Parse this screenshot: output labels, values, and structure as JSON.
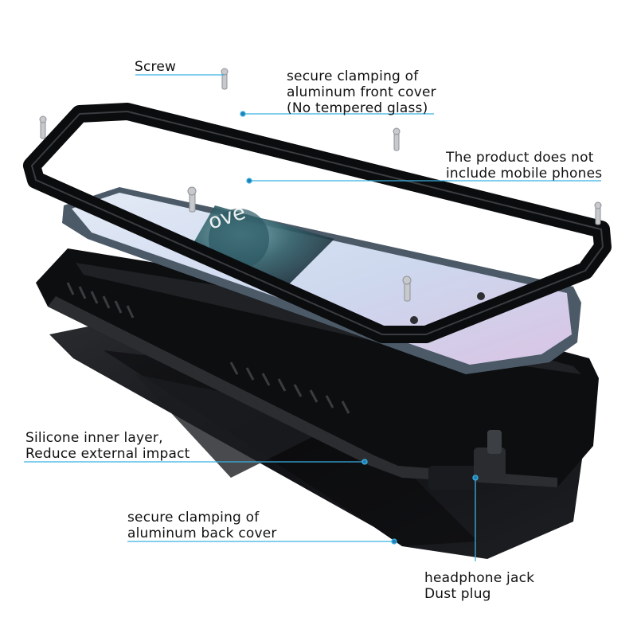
{
  "callouts": {
    "screw": "Screw",
    "front_cover": [
      "secure clamping of",
      "aluminum front cover",
      "(No tempered glass)"
    ],
    "no_phone": [
      "The product does not",
      "include mobile phones"
    ],
    "silicone": [
      "Silicone inner layer,",
      "Reduce external impact"
    ],
    "back_cover": [
      "secure clamping of",
      "aluminum back cover"
    ],
    "jack": [
      "headphone jack",
      "Dust plug"
    ]
  },
  "colors": {
    "leader_line": "#3ab0e2",
    "case_metal": "#111214",
    "screen_start": "#dfe6f4",
    "screen_end": "#d9c7e6",
    "phone_frame": "#4a5968"
  }
}
